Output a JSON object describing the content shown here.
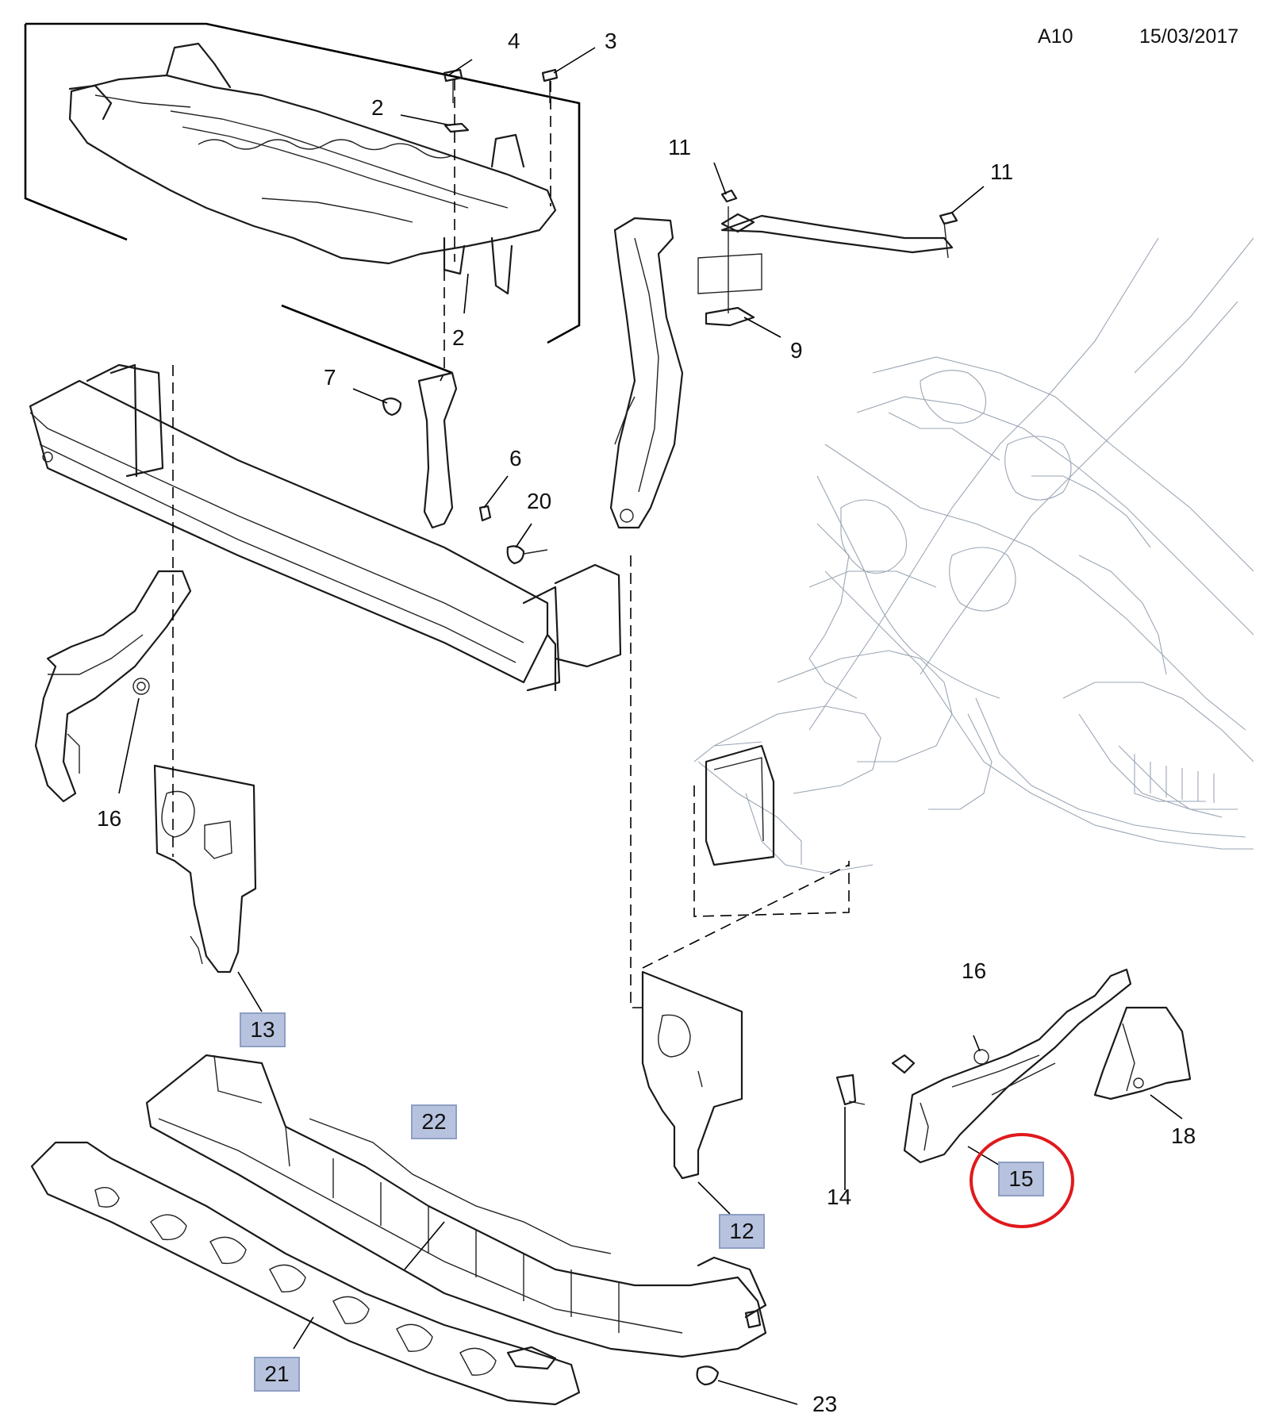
{
  "header": {
    "code": "A10",
    "date": "15/03/2017"
  },
  "callouts": {
    "c2a": "2",
    "c2b": "2",
    "c3": "3",
    "c4": "4",
    "c6": "6",
    "c7": "7",
    "c9": "9",
    "c11a": "11",
    "c11b": "11",
    "c14": "14",
    "c16a": "16",
    "c16b": "16",
    "c18": "18",
    "c20": "20",
    "c23": "23"
  },
  "highlighted_callouts": {
    "c12": "12",
    "c13": "13",
    "c15": "15",
    "c21": "21",
    "c22": "22"
  },
  "colors": {
    "highlight_fill": "#b7c3de",
    "highlight_border": "#8e9ec4",
    "circle": "#e0191c",
    "ghost_lines": "#9aa6b4"
  }
}
